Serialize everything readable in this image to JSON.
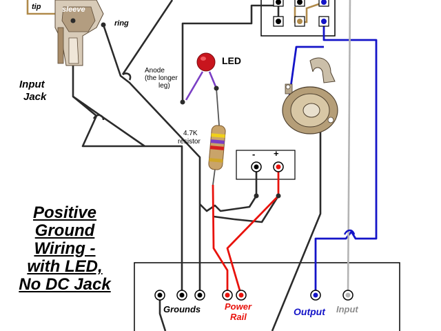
{
  "title_lines": [
    "Positive",
    "Ground",
    "Wiring -",
    "with LED,",
    "No DC Jack"
  ],
  "input_jack": {
    "label_line1": "Input",
    "label_line2": "Jack",
    "tip": "tip",
    "sleeve": "sleeve",
    "ring": "ring"
  },
  "led": {
    "label": "LED",
    "anode_note": [
      "Anode",
      "(the longer",
      "leg)"
    ]
  },
  "resistor": {
    "label_line1": "4.7K",
    "label_line2": "resistor"
  },
  "battery": {
    "minus": "-",
    "plus": "+"
  },
  "board": {
    "grounds": "Grounds",
    "power_rail_line1": "Power",
    "power_rail_line2": "Rail",
    "output": "Output",
    "input": "Input"
  },
  "colors": {
    "wire_black": "#2b2b2b",
    "wire_red": "#e8120c",
    "wire_blue": "#1414c8",
    "wire_gray": "#b4b4b4",
    "wire_purple": "#7a3fc4",
    "wire_tan": "#b08a4a",
    "led_red": "#c8151d",
    "power_label": "#e8120c",
    "output_label": "#1414c8",
    "input_label": "#8c8c8c"
  }
}
